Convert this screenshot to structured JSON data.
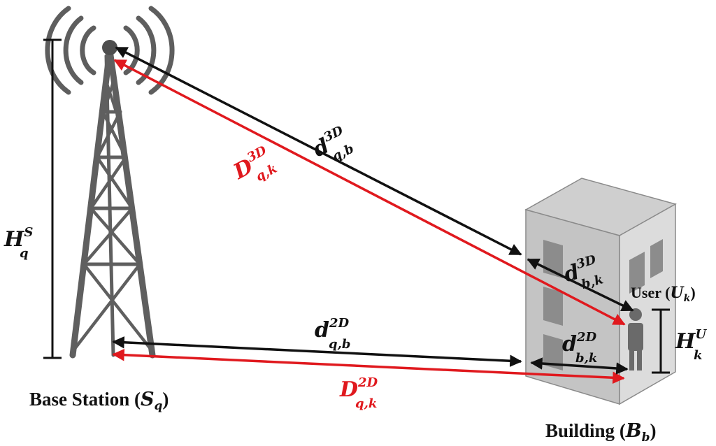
{
  "diagram": {
    "nodes": {
      "base_station": {
        "label": "Base Station",
        "symbol": "S",
        "sub": "q"
      },
      "building": {
        "label": "Building",
        "symbol": "B",
        "sub": "b"
      },
      "user": {
        "label": "User",
        "symbol": "U",
        "sub": "k"
      }
    },
    "dimensions": {
      "bs_height": {
        "symbol": "H",
        "sub": "q",
        "sup": "S"
      },
      "user_height": {
        "symbol": "H",
        "sub": "k",
        "sup": "U"
      }
    },
    "distances": [
      {
        "id": "d3d_qb",
        "symbol": "d",
        "sub": "q,b",
        "sup": "3D",
        "color": "#111111"
      },
      {
        "id": "D3d_qk",
        "symbol": "D",
        "sub": "q,k",
        "sup": "3D",
        "color": "#e0191e"
      },
      {
        "id": "d3d_bk",
        "symbol": "d",
        "sub": "b,k",
        "sup": "3D",
        "color": "#111111"
      },
      {
        "id": "d2d_qb",
        "symbol": "d",
        "sub": "q,b",
        "sup": "2D",
        "color": "#111111"
      },
      {
        "id": "D2d_qk",
        "symbol": "D",
        "sub": "q,k",
        "sup": "2D",
        "color": "#e0191e"
      },
      {
        "id": "d2d_bk",
        "symbol": "d",
        "sub": "b,k",
        "sup": "2D",
        "color": "#111111"
      }
    ]
  },
  "colors": {
    "ink": "#111111",
    "accent": "#e0191e",
    "tower": "#5f5f5f",
    "building_front": "#c4c4c4",
    "building_side": "#dcdcdc",
    "building_top": "#cfcfcf",
    "window": "#8c8c8c"
  },
  "icons": [
    "tower-icon",
    "radio-wave-icon",
    "building-icon",
    "person-icon"
  ]
}
